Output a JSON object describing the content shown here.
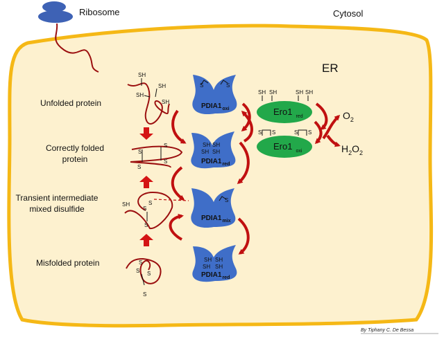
{
  "labels": {
    "ribosome": "Ribosome",
    "cytosol": "Cytosol",
    "er": "ER",
    "unfolded": "Unfolded protein",
    "correct_line1": "Correctly folded",
    "correct_line2": "protein",
    "transient_line1": "Transient intermediate",
    "transient_line2": "mixed disulfide",
    "misfolded": "Misfolded protein",
    "credit": "By Tiphany C. De Bessa"
  },
  "enzymes": {
    "pdia1_oxi": {
      "name": "PDIA1",
      "sub": "oxi"
    },
    "pdia1_red": {
      "name": "PDIA1",
      "sub": "red"
    },
    "pdia1_mix": {
      "name": "PDIA1",
      "sub": "mix"
    },
    "pdia1_red2": {
      "name": "PDIA1",
      "sub": "red"
    },
    "ero1_red": {
      "name": "Ero1",
      "sub": "red"
    },
    "ero1_oxi": {
      "name": "Ero1",
      "sub": "oxi"
    }
  },
  "chem": {
    "o2_base": "O",
    "o2_sub": "2",
    "h2o2_a": "H",
    "h2o2_b": "2",
    "h2o2_c": "O",
    "h2o2_d": "2"
  },
  "groups": {
    "sh": "SH",
    "s": "S"
  },
  "colors": {
    "er_fill": "#fdf1cf",
    "er_border": "#f5b816",
    "enzyme_blue": "#3f6ec8",
    "enzyme_green": "#22a84a",
    "protein_red": "#9b0f0f",
    "arrow_red": "#d41414"
  }
}
